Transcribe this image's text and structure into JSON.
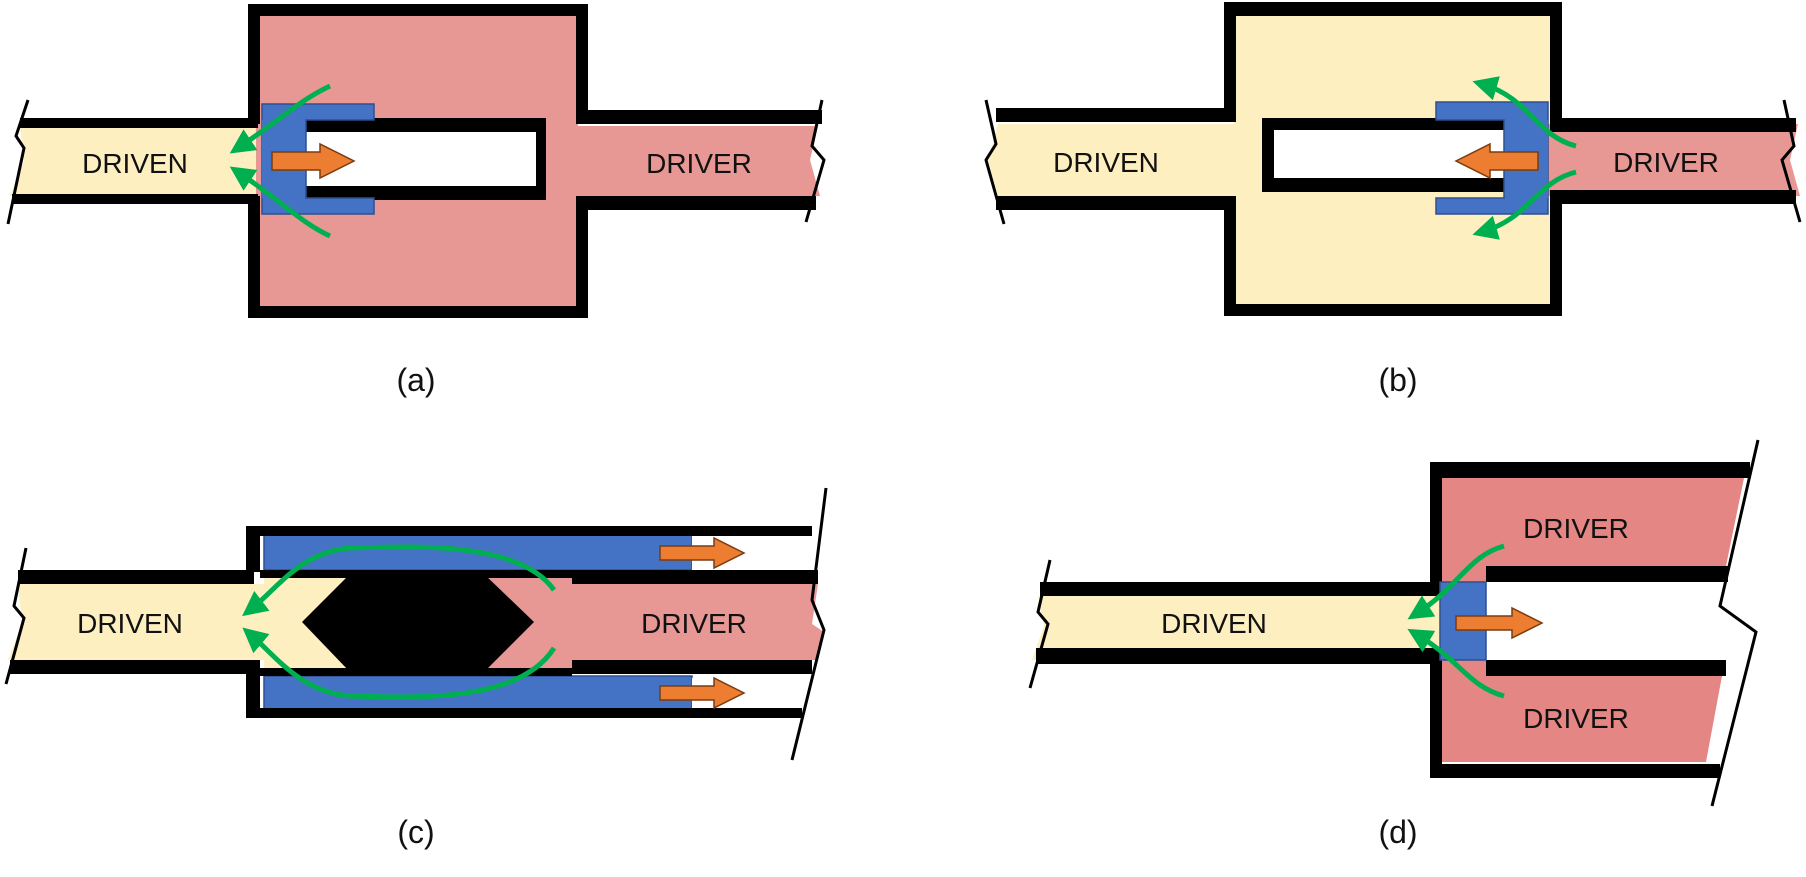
{
  "colors": {
    "driven": "#fdefbf",
    "driver": "#e79894",
    "driver_d": "#e38684",
    "piston": "#4472c4",
    "arrow": "#ed7d31",
    "flow": "#00b050",
    "wall": "#000000"
  },
  "panels": [
    {
      "caption": "(a)",
      "driven_label": "DRIVEN",
      "driver_label": "DRIVER"
    },
    {
      "caption": "(b)",
      "driven_label": "DRIVEN",
      "driver_label": "DRIVER"
    },
    {
      "caption": "(c)",
      "driven_label": "DRIVEN",
      "driver_label": "DRIVER"
    },
    {
      "caption": "(d)",
      "driven_label": "DRIVEN",
      "driver_top_label": "DRIVER",
      "driver_bottom_label": "DRIVER"
    }
  ]
}
